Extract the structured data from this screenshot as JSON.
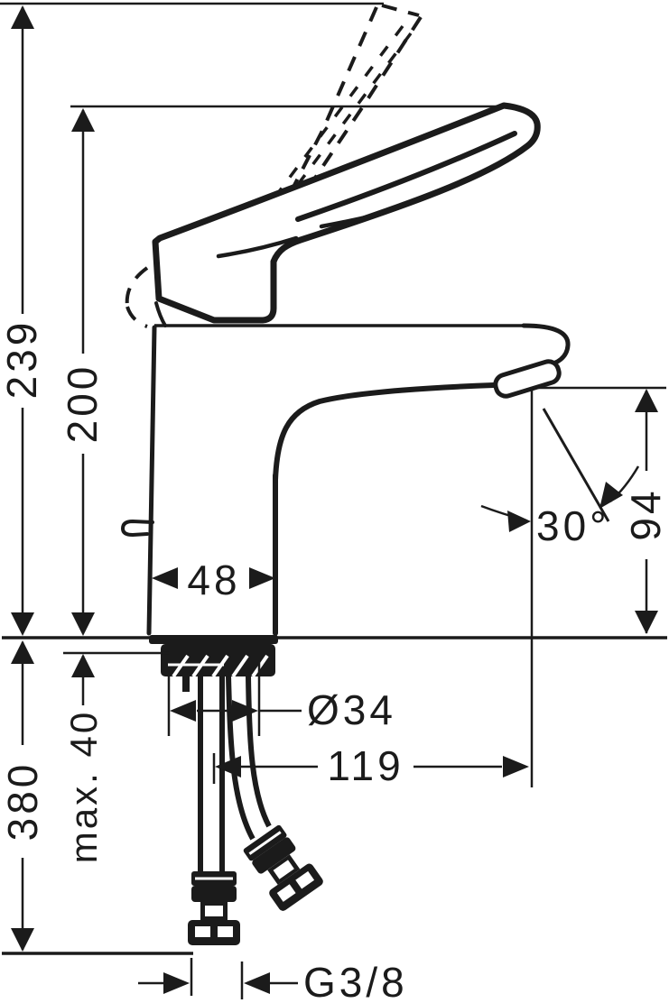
{
  "drawing": {
    "kind": "faucet technical dimension drawing, side view",
    "colors": {
      "line": "#1b1b1b",
      "background": "#ffffff"
    },
    "labels": {
      "overall_height": "239",
      "height_to_spout_line": "200",
      "body_width": "48",
      "spray_angle": "30°",
      "spout_height": "94",
      "shank_diameter": "Ø34",
      "spout_reach": "119",
      "max_mounting_thickness": "max. 40",
      "hose_length": "380",
      "connection_thread": "G3/8"
    }
  }
}
